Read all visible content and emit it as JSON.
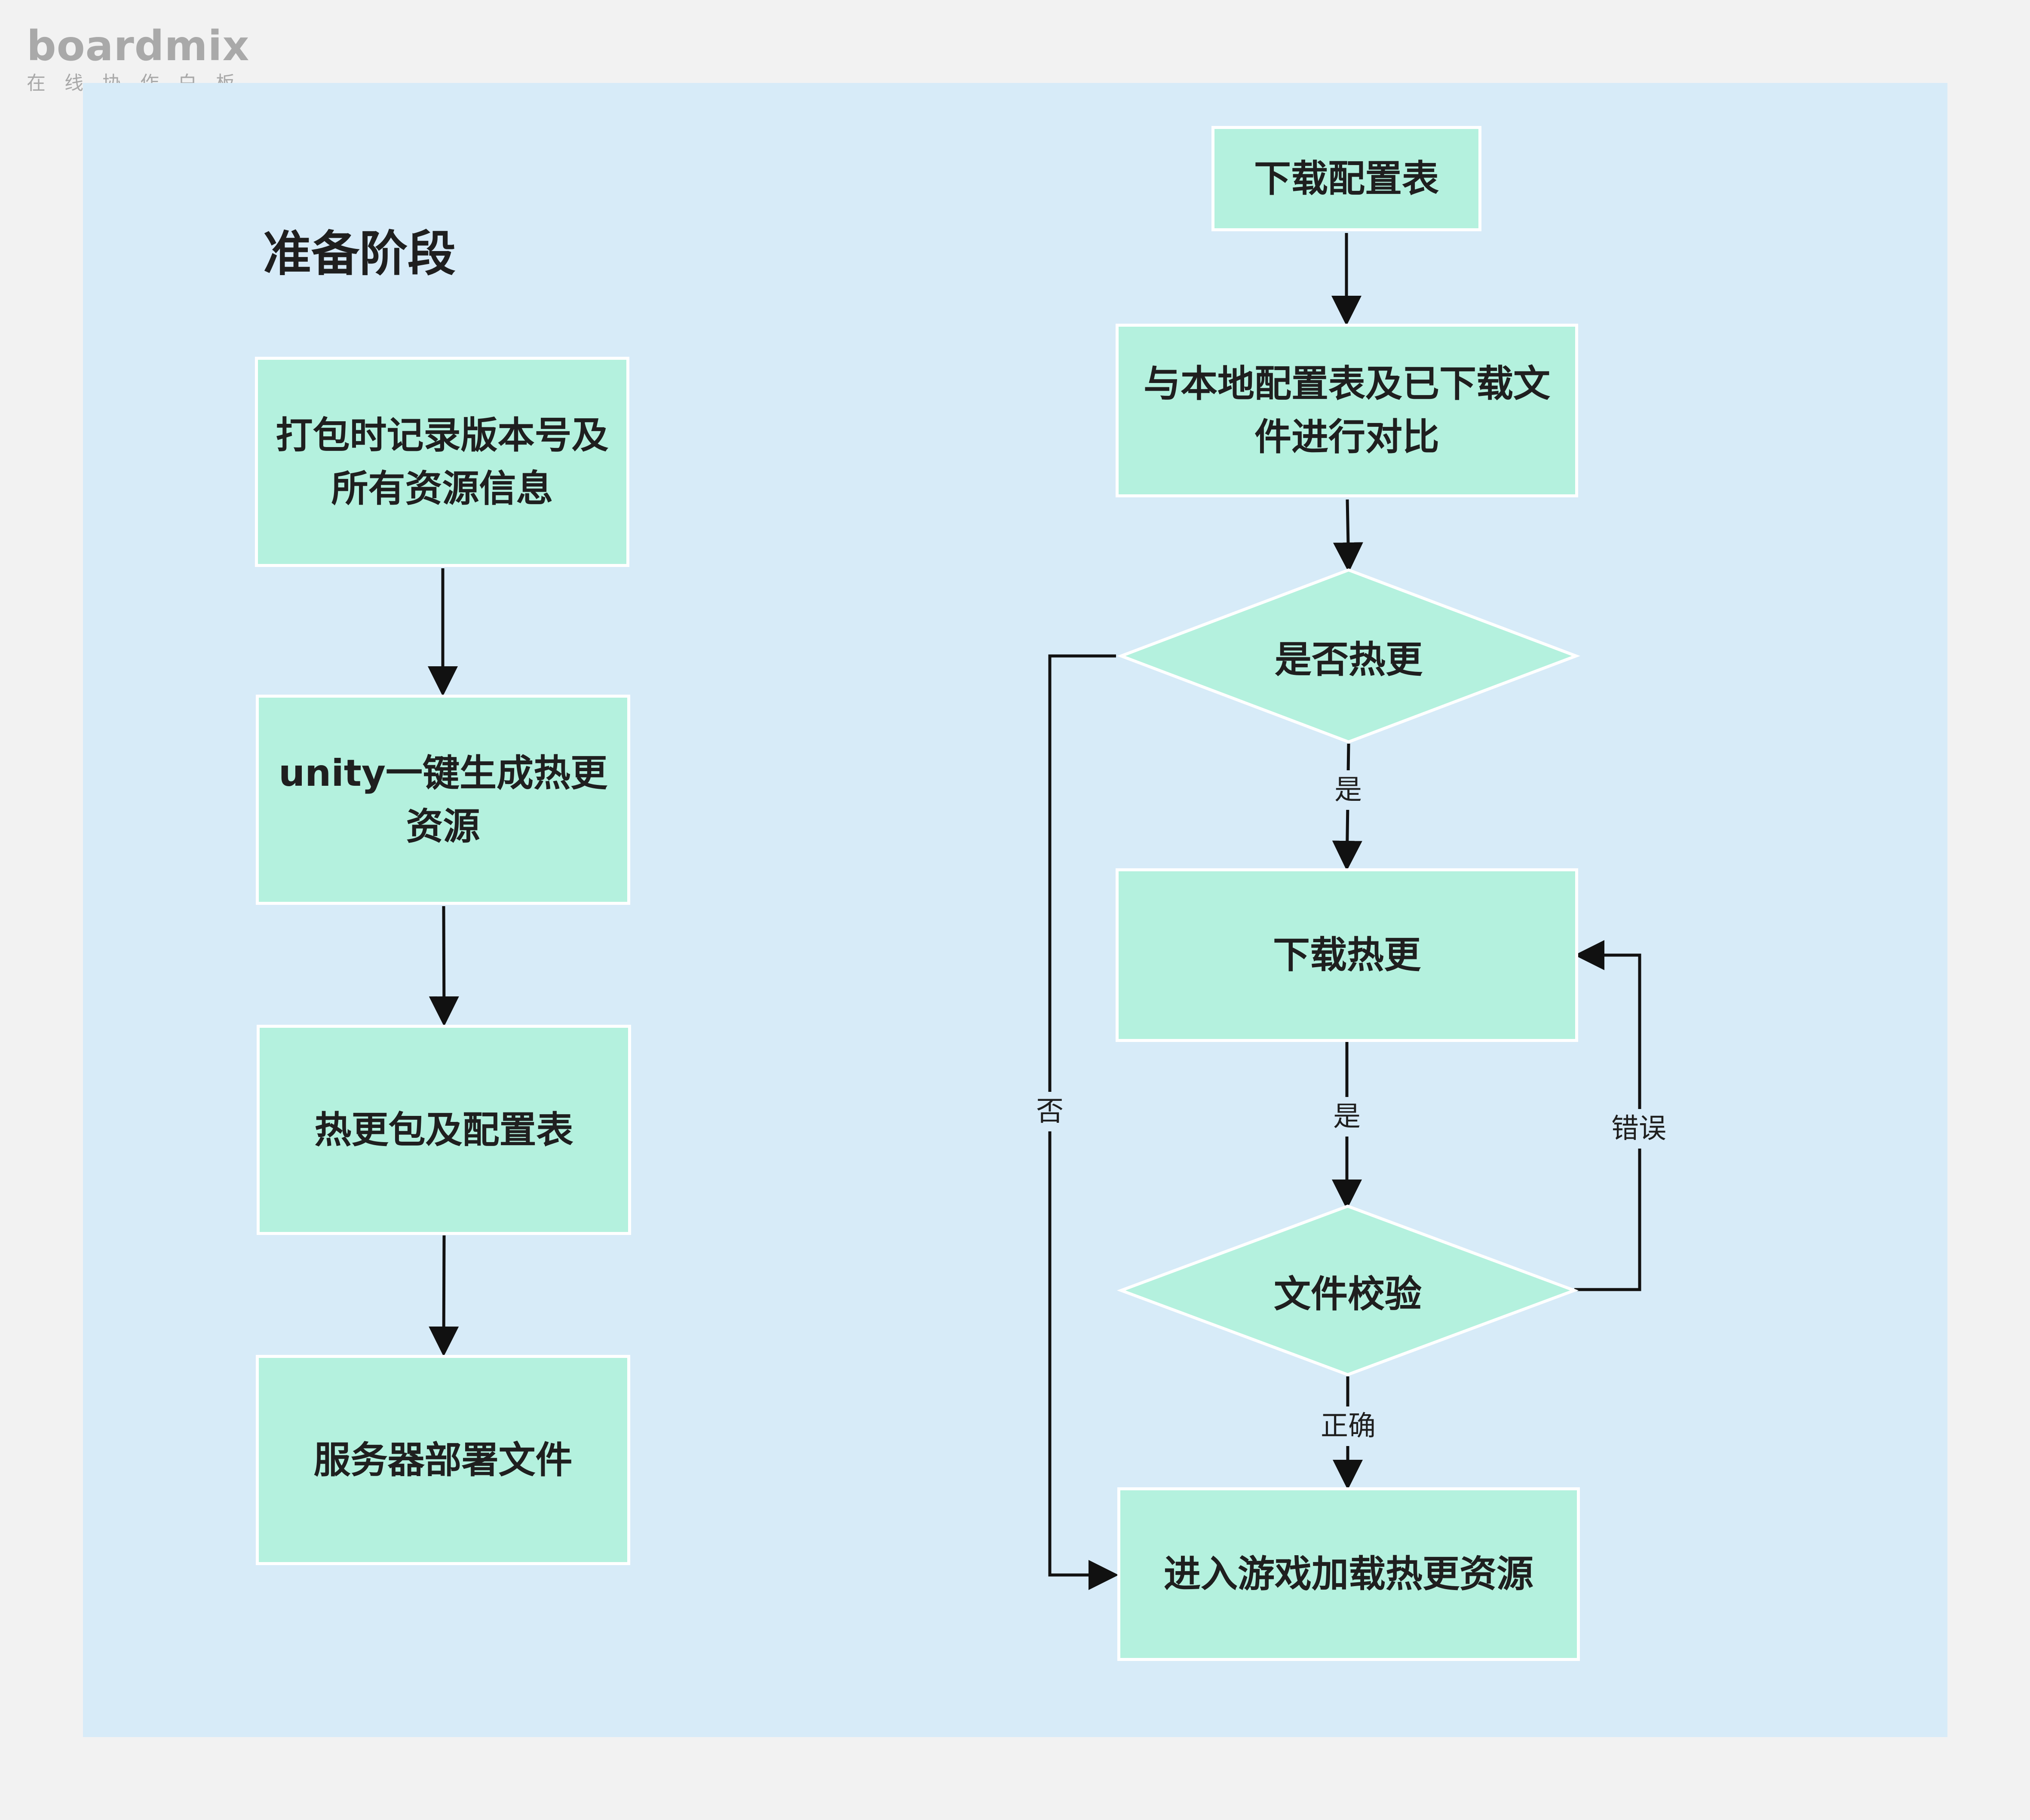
{
  "brand": {
    "name": "boardmix",
    "tagline": "在线协作白板"
  },
  "colors": {
    "page_background": "#f2f2f2",
    "canvas_background": "#d7ebf8",
    "node_fill": "#b4f1de",
    "node_border": "#ffffff",
    "arrow": "#111111",
    "text": "#1f1f1f"
  },
  "prep_section": {
    "title": "准备阶段",
    "steps": [
      {
        "label": "打包时记录版本号及所有资源信息"
      },
      {
        "label": "unity一键生成热更资源"
      },
      {
        "label": "热更包及配置表"
      },
      {
        "label": "服务器部署文件"
      }
    ]
  },
  "runtime_flow": {
    "download_config": "下载配置表",
    "compare": "与本地配置表及已下载文件进行对比",
    "decision_hotupdate": "是否热更",
    "download_hotupdate": "下载热更",
    "decision_verify": "文件校验",
    "enter_game": "进入游戏加载热更资源"
  },
  "edge_labels": {
    "hotupdate_yes": "是",
    "download_yes": "是",
    "hotupdate_no": "否",
    "verify_error": "错误",
    "verify_correct": "正确"
  }
}
